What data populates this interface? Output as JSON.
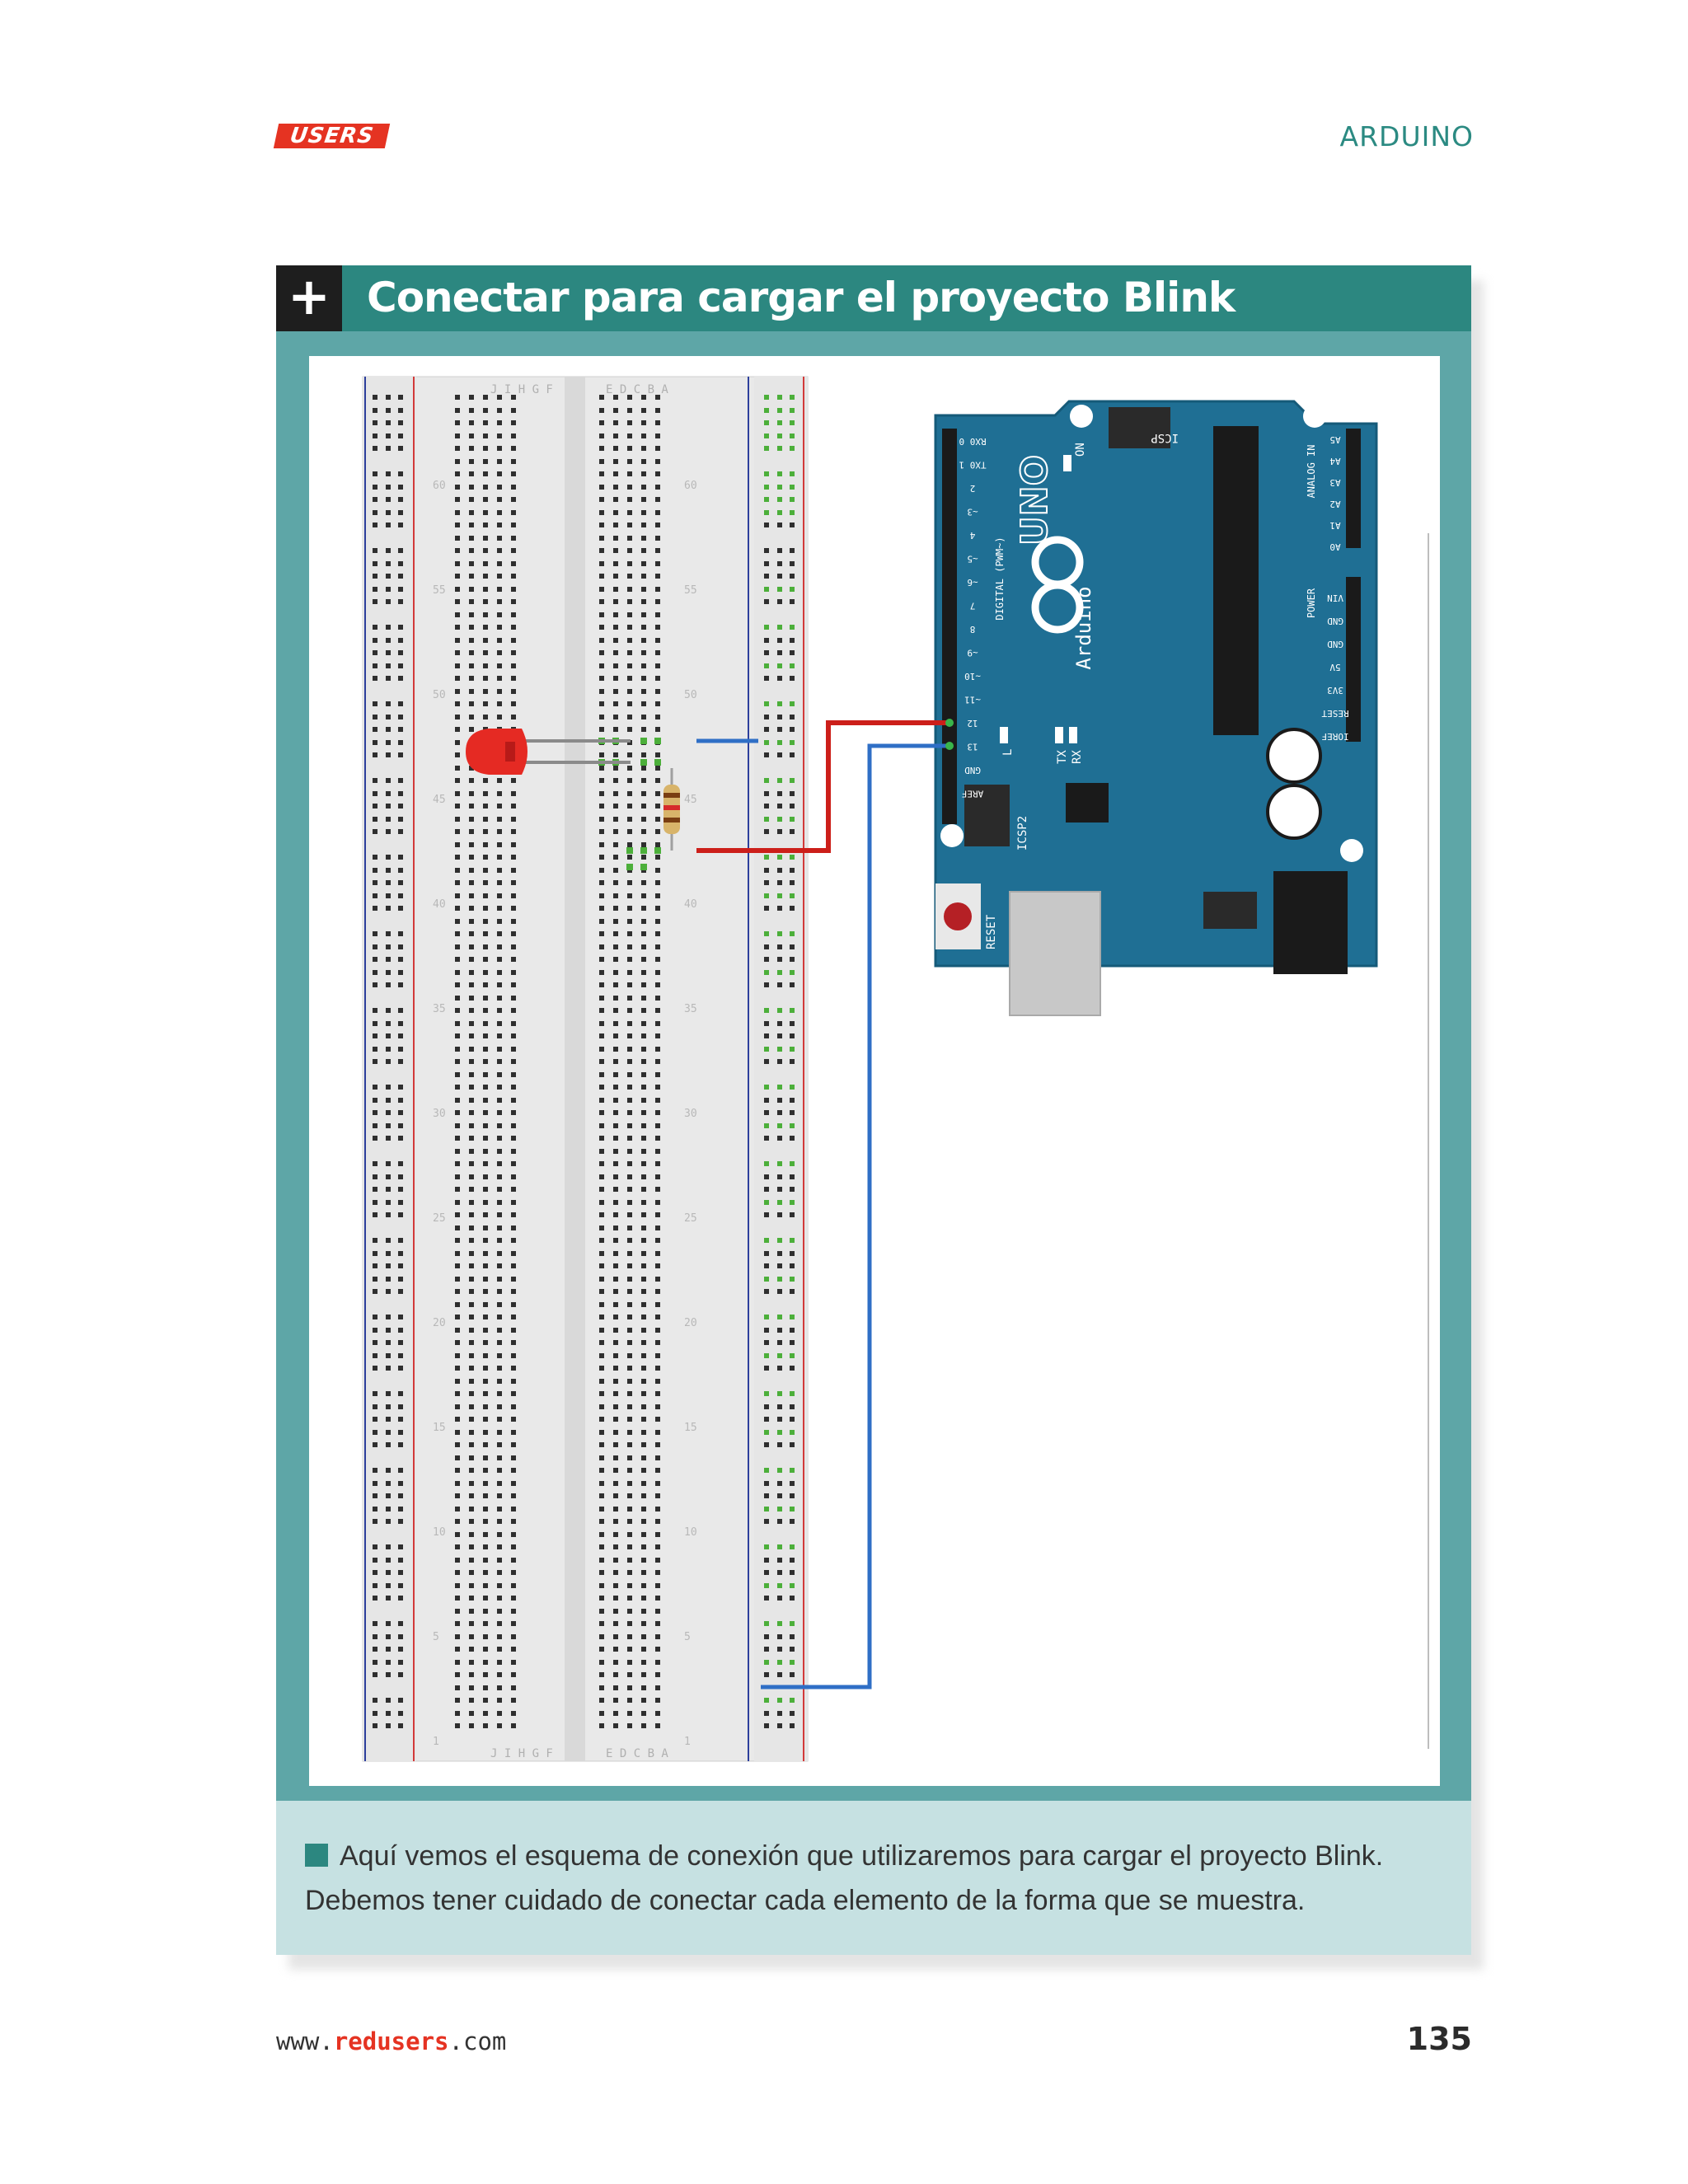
{
  "header": {
    "brand": "USERS",
    "section": "ARDUINO"
  },
  "box": {
    "title": "Conectar para cargar el proyecto Blink",
    "caption_line1": "Aquí vemos el esquema de conexión que utilizaremos para cargar el proyecto Blink.",
    "caption_line2": "Debemos tener cuidado de conectar cada elemento de la forma que se muestra."
  },
  "board": {
    "model": "UNO",
    "brand": "Arduino",
    "on_label": "ON",
    "icsp_label": "ICSP",
    "icsp2_label": "ICSP2",
    "reset_label": "RESET",
    "tx_label": "TX",
    "rx_label": "RX",
    "l_label": "L",
    "digital_label": "DIGITAL (PWM~)",
    "analog_label": "ANALOG IN",
    "power_label": "POWER",
    "digital_pins": [
      "RX0 0",
      "TX0 1",
      "2",
      "~3",
      "4",
      "~5",
      "~6",
      "7",
      "8",
      "~9",
      "~10",
      "~11",
      "12",
      "13",
      "GND",
      "AREF"
    ],
    "analog_pins": [
      "A0",
      "A1",
      "A2",
      "A3",
      "A4",
      "A5"
    ],
    "power_pins": [
      "IOREF",
      "RESET",
      "3V3",
      "5V",
      "GND",
      "GND",
      "VIN"
    ]
  },
  "breadboard": {
    "column_letters_left": "J I H G F",
    "column_letters_right": "E D C B A",
    "row_numbers": [
      "1",
      "5",
      "10",
      "15",
      "20",
      "25",
      "30",
      "35",
      "40",
      "45",
      "50",
      "55",
      "60"
    ]
  },
  "colors": {
    "brand_red": "#e53322",
    "teal_header": "#2c8780",
    "teal_frame": "#5ea6a7",
    "caption_bg": "#c6e1e2",
    "board_blue": "#1f6f94",
    "wire_red": "#cc1f1a",
    "wire_blue": "#2f6fc6"
  },
  "footer": {
    "url_prefix": "www.",
    "url_brand": "redusers",
    "url_suffix": ".com",
    "page_number": "135"
  }
}
